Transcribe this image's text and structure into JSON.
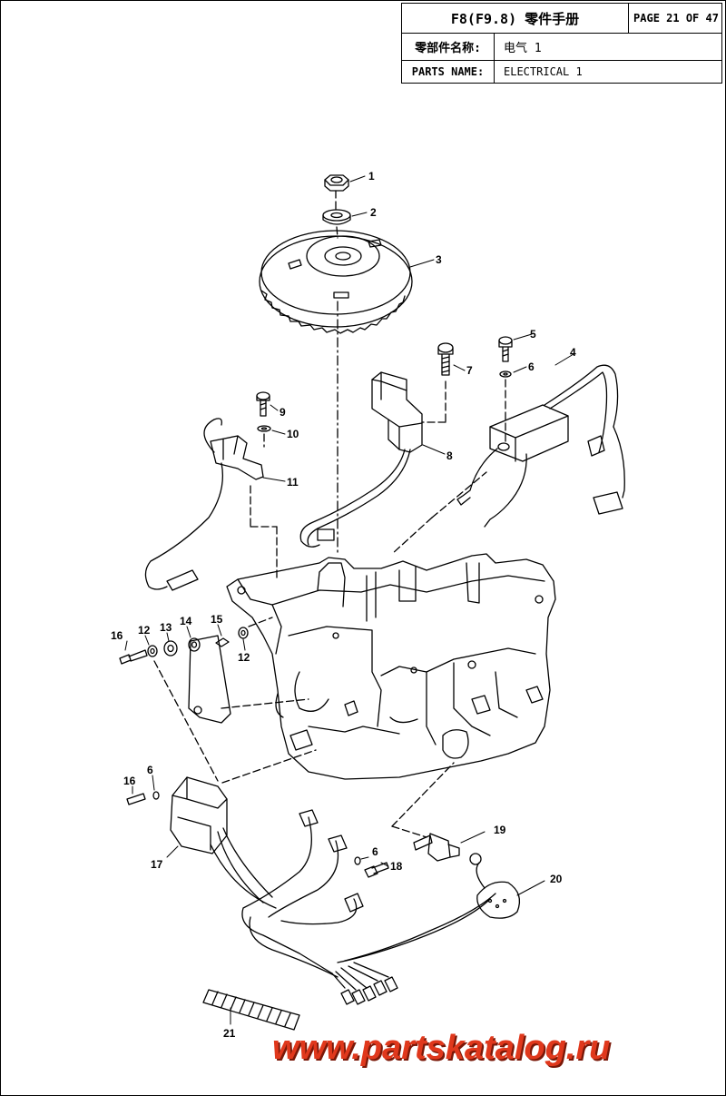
{
  "header": {
    "manual_title": "F8(F9.8) 零件手册",
    "page_info": "PAGE 21 OF 47",
    "name_label_cn": "零部件名称:",
    "name_value_cn": "电气 1",
    "name_label_en": "PARTS NAME:",
    "name_value_en": "ELECTRICAL 1"
  },
  "callouts": [
    "1",
    "2",
    "3",
    "4",
    "5",
    "6",
    "7",
    "8",
    "9",
    "10",
    "11",
    "12",
    "13",
    "14",
    "15",
    "12",
    "16",
    "16",
    "6",
    "17",
    "6",
    "18",
    "19",
    "20",
    "21"
  ],
  "watermark": "www.partskatalog.ru",
  "colors": {
    "line": "#000000",
    "watermark": "#e0381c"
  }
}
